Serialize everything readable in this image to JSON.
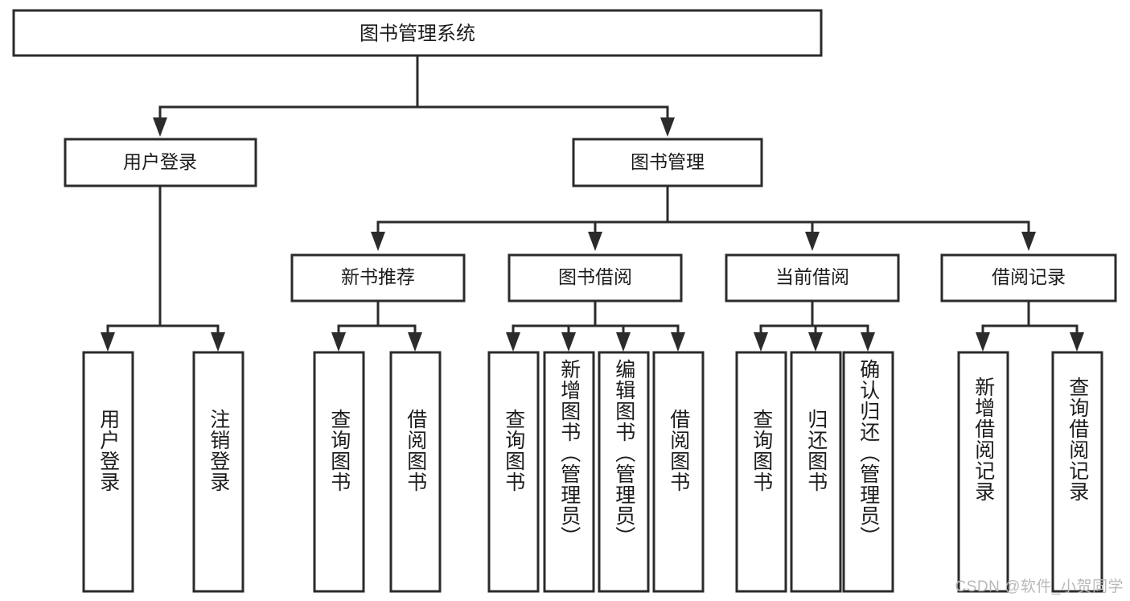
{
  "diagram": {
    "kind": "tree-hierarchy",
    "title": "图书管理系统",
    "colors": {
      "stroke": "#2b2b2b",
      "box_fill": "#ffffff",
      "text": "#1c1c1c",
      "background": "#ffffff",
      "watermark": "#b9b9b9"
    },
    "root": {
      "label": "图书管理系统"
    },
    "level2": [
      {
        "id": "user-login",
        "label": "用户登录"
      },
      {
        "id": "book-manage",
        "label": "图书管理"
      }
    ],
    "level3": [
      {
        "id": "new-book-recommend",
        "label": "新书推荐",
        "parent": "book-manage"
      },
      {
        "id": "book-borrow",
        "label": "图书借阅",
        "parent": "book-manage"
      },
      {
        "id": "current-borrow",
        "label": "当前借阅",
        "parent": "book-manage"
      },
      {
        "id": "borrow-record",
        "label": "借阅记录",
        "parent": "book-manage"
      }
    ],
    "leaves": [
      {
        "id": "leaf-user-login",
        "label": "用户登录",
        "parent": "user-login"
      },
      {
        "id": "leaf-logout",
        "label": "注销登录",
        "parent": "user-login"
      },
      {
        "id": "leaf-query-book-1",
        "label": "查询图书",
        "parent": "new-book-recommend"
      },
      {
        "id": "leaf-borrow-book-1",
        "label": "借阅图书",
        "parent": "new-book-recommend"
      },
      {
        "id": "leaf-query-book-2",
        "label": "查询图书",
        "parent": "book-borrow"
      },
      {
        "id": "leaf-add-book",
        "label": "新增图书（管理员）",
        "parent": "book-borrow"
      },
      {
        "id": "leaf-edit-book",
        "label": "编辑图书（管理员）",
        "parent": "book-borrow"
      },
      {
        "id": "leaf-borrow-book-2",
        "label": "借阅图书",
        "parent": "book-borrow"
      },
      {
        "id": "leaf-query-book-3",
        "label": "查询图书",
        "parent": "current-borrow"
      },
      {
        "id": "leaf-return-book",
        "label": "归还图书",
        "parent": "current-borrow"
      },
      {
        "id": "leaf-confirm-return",
        "label": "确认归还（管理员）",
        "parent": "current-borrow"
      },
      {
        "id": "leaf-add-record",
        "label": "新增借阅记录",
        "parent": "borrow-record"
      },
      {
        "id": "leaf-query-record",
        "label": "查询借阅记录",
        "parent": "borrow-record"
      }
    ]
  },
  "watermark": {
    "text": "CSDN @软件_小贺同学"
  }
}
